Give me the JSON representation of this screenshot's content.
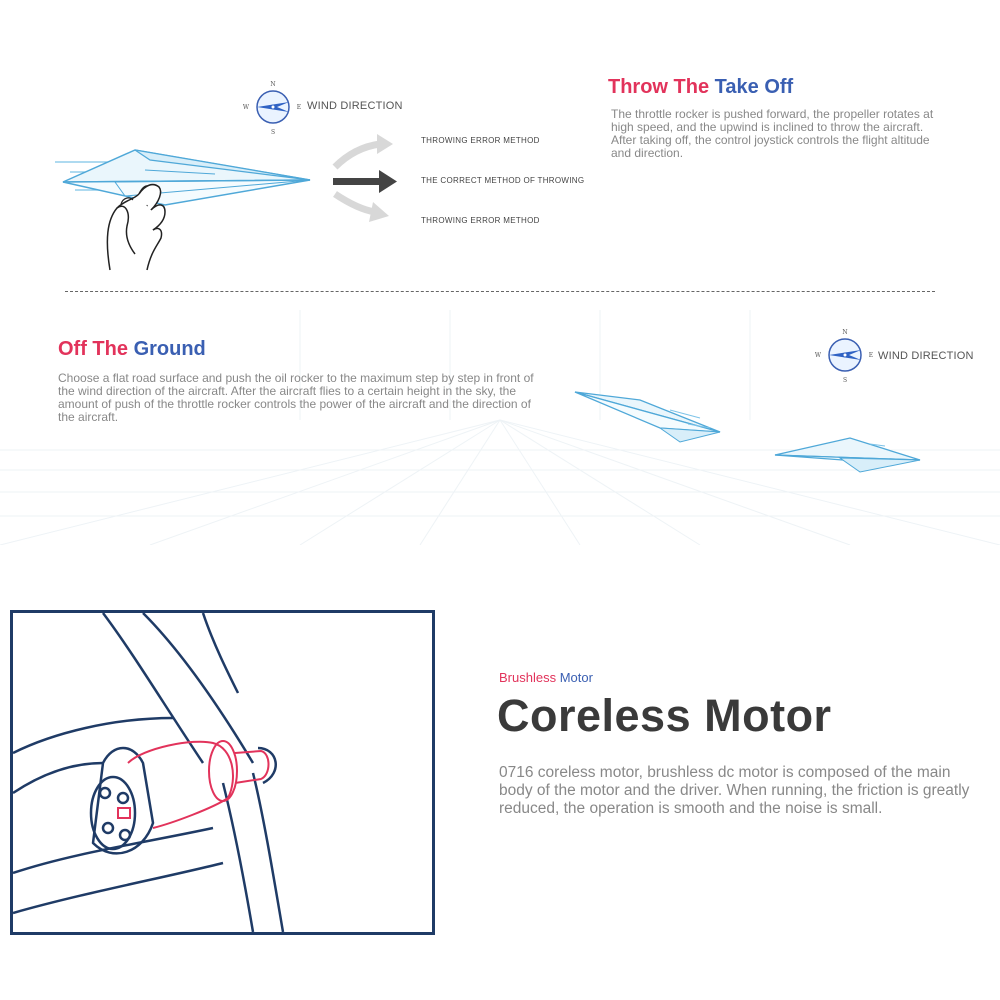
{
  "throw_section": {
    "wind_label": "WIND DIRECTION",
    "compass_letters": {
      "n": "N",
      "s": "S",
      "e": "E",
      "w": "W"
    },
    "method_top": "THROWING ERROR METHOD",
    "method_mid": "THE CORRECT METHOD OF THROWING",
    "method_bot": "THROWING ERROR METHOD",
    "title_part1": "Throw The",
    "title_part2": "Take Off",
    "description": "The throttle rocker is pushed forward, the propeller rotates at high speed, and the upwind is inclined to throw the aircraft. After taking off, the control joystick controls the flight altitude and direction."
  },
  "ground_section": {
    "title_part1": "Off The",
    "title_part2": "Ground",
    "description": "Choose a flat road surface and push the oil rocker to the maximum step by step in front of the wind direction of the aircraft. After the aircraft flies to a certain height in the sky, the amount of push of the throttle rocker controls the power of the aircraft and the direction of the aircraft.",
    "wind_label": "WIND DIRECTION",
    "compass_letters": {
      "n": "N",
      "s": "S",
      "e": "E",
      "w": "W"
    }
  },
  "motor_section": {
    "label_part1": "Brushless",
    "label_part2": "Motor",
    "title": "Coreless Motor",
    "description": "0716 coreless motor, brushless dc motor is composed of the main body of the motor and the driver. When running, the friction is greatly reduced, the operation is smooth and the noise is small."
  },
  "colors": {
    "accent_red": "#e2335b",
    "accent_blue": "#3a5fb2",
    "plane_blue": "#4fa8d8",
    "frame_navy": "#1f3b66"
  }
}
